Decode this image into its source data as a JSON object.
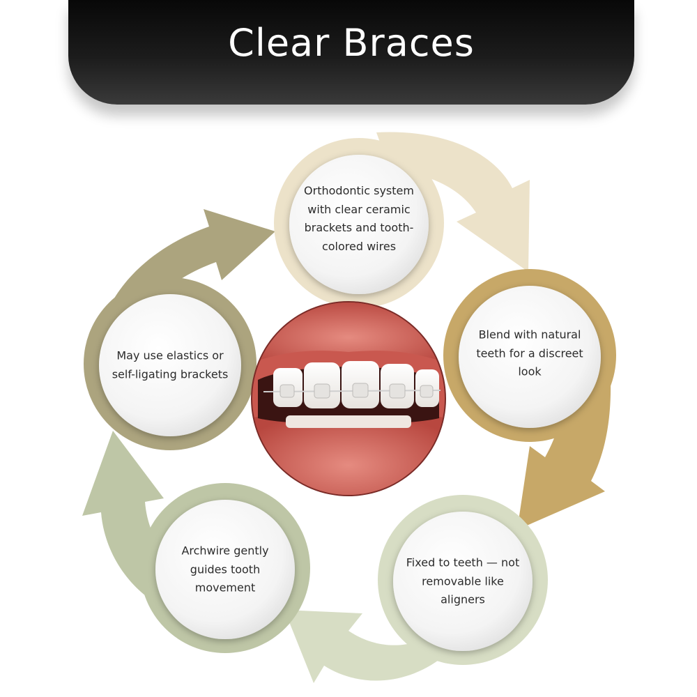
{
  "title": "Clear Braces",
  "colors": {
    "cream": "#ECE2C9",
    "gold": "#C7A868",
    "light_sage": "#D7DDC4",
    "sage": "#BEC6A6",
    "olive": "#ACA47E"
  },
  "center_image": "smile-with-clear-ceramic-braces",
  "nodes": [
    {
      "text": "Orthodontic system with clear ceramic brackets and tooth-colored wires",
      "ring": "cream"
    },
    {
      "text": "Blend with natural teeth for a discreet look",
      "ring": "gold"
    },
    {
      "text": "Fixed to teeth — not removable like aligners",
      "ring": "light_sage"
    },
    {
      "text": "Archwire gently guides tooth movement",
      "ring": "sage"
    },
    {
      "text": "May use elastics or self-ligating brackets",
      "ring": "olive"
    }
  ]
}
